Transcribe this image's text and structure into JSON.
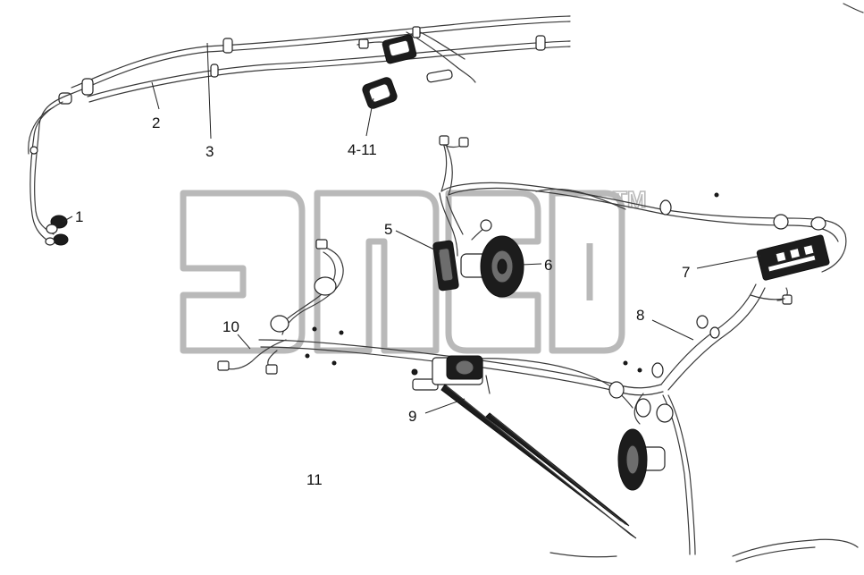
{
  "watermark": {
    "trademark": "TM"
  },
  "callouts": [
    {
      "id": "c1",
      "text": "1"
    },
    {
      "id": "c2",
      "text": "2"
    },
    {
      "id": "c3",
      "text": "3"
    },
    {
      "id": "c4",
      "text": "4-11"
    },
    {
      "id": "c5",
      "text": "5"
    },
    {
      "id": "c6",
      "text": "6"
    },
    {
      "id": "c7",
      "text": "7"
    },
    {
      "id": "c8",
      "text": "8"
    },
    {
      "id": "c9",
      "text": "9"
    },
    {
      "id": "c10",
      "text": "10"
    },
    {
      "id": "c11",
      "text": "11"
    }
  ]
}
